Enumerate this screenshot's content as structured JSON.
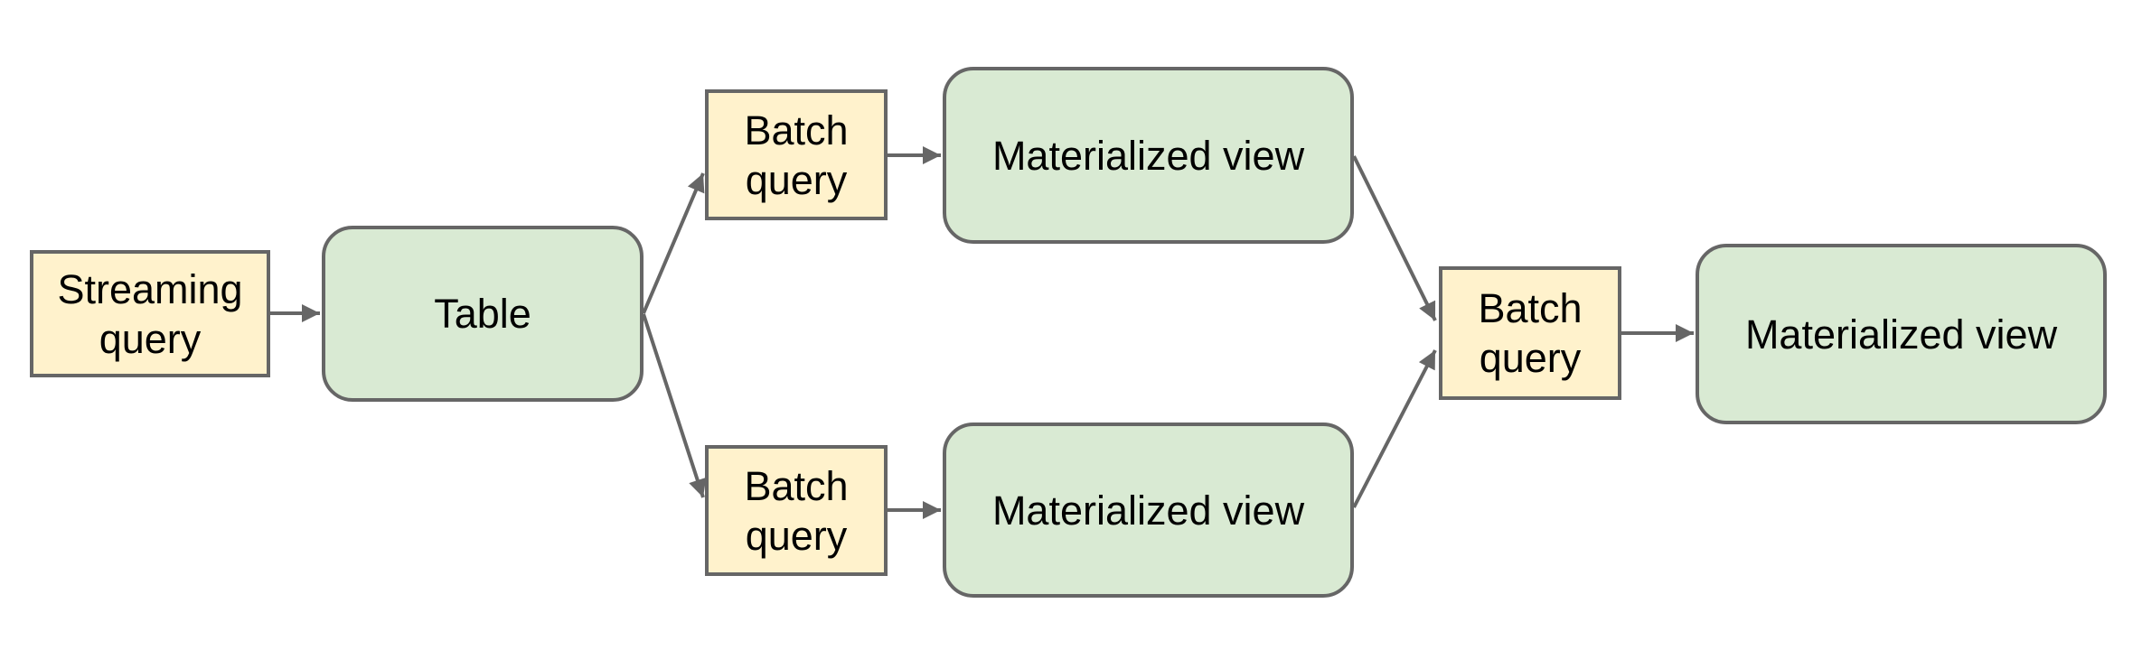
{
  "diagram": {
    "background": "#FFFFFF",
    "palette": {
      "query_fill": "#FFF2CC",
      "table_view_fill": "#D9EAD3",
      "border": "#666666",
      "connector": "#666666",
      "text": "#000000"
    },
    "nodes": {
      "streaming_query": {
        "label": "Streaming query",
        "kind": "query",
        "fill": "#FFF2CC"
      },
      "table": {
        "label": "Table",
        "kind": "table",
        "fill": "#D9EAD3"
      },
      "batch_query_top": {
        "label": "Batch query",
        "kind": "query",
        "fill": "#FFF2CC"
      },
      "mv_top": {
        "label": "Materialized view",
        "kind": "materialized-view",
        "fill": "#D9EAD3"
      },
      "batch_query_bottom": {
        "label": "Batch query",
        "kind": "query",
        "fill": "#FFF2CC"
      },
      "mv_bottom": {
        "label": "Materialized view",
        "kind": "materialized-view",
        "fill": "#D9EAD3"
      },
      "batch_query_right": {
        "label": "Batch query",
        "kind": "query",
        "fill": "#FFF2CC"
      },
      "mv_right": {
        "label": "Materialized view",
        "kind": "materialized-view",
        "fill": "#D9EAD3"
      }
    },
    "edges": [
      {
        "from": "streaming_query",
        "to": "table"
      },
      {
        "from": "table",
        "to": "batch_query_top"
      },
      {
        "from": "table",
        "to": "batch_query_bottom"
      },
      {
        "from": "batch_query_top",
        "to": "mv_top"
      },
      {
        "from": "batch_query_bottom",
        "to": "mv_bottom"
      },
      {
        "from": "mv_top",
        "to": "batch_query_right"
      },
      {
        "from": "mv_bottom",
        "to": "batch_query_right"
      },
      {
        "from": "batch_query_right",
        "to": "mv_right"
      }
    ]
  }
}
